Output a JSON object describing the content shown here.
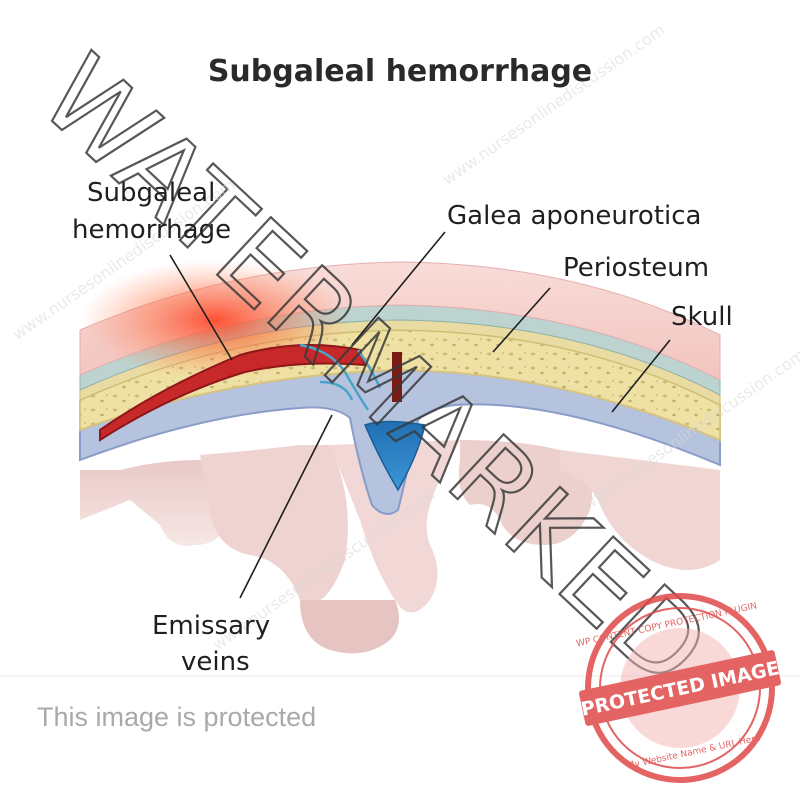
{
  "title": "Subgaleal hemorrhage",
  "labels": {
    "subgaleal_hemorrhage_line1": "Subgaleal",
    "subgaleal_hemorrhage_line2": "hemorrhage",
    "galea_aponeurotica": "Galea aponeurotica",
    "periosteum": "Periosteum",
    "skull": "Skull",
    "emissary_veins_line1": "Emissary",
    "emissary_veins_line2": "veins"
  },
  "watermark": {
    "big_text": "WATERMARKED",
    "repeat_text": "www.nursesonlinediscussion.com",
    "footer_text": "This image is protected",
    "stamp_top": "WP CONTENT COPY PROTECTION PLUGIN",
    "stamp_center": "PROTECTED IMAGE",
    "stamp_bottom": "My Website Name & URL Here"
  },
  "colors": {
    "scalp": "#f4c9c4",
    "galea": "#bcd3cf",
    "periosteum": "#e6dfa9",
    "skull": "#f1e3a2",
    "dura": "#a9b8d8",
    "brain": "#efd5d2",
    "hemorrhage": "#c7282a",
    "sinus": "#2b7fc0",
    "stamp": "#e04a4a"
  }
}
